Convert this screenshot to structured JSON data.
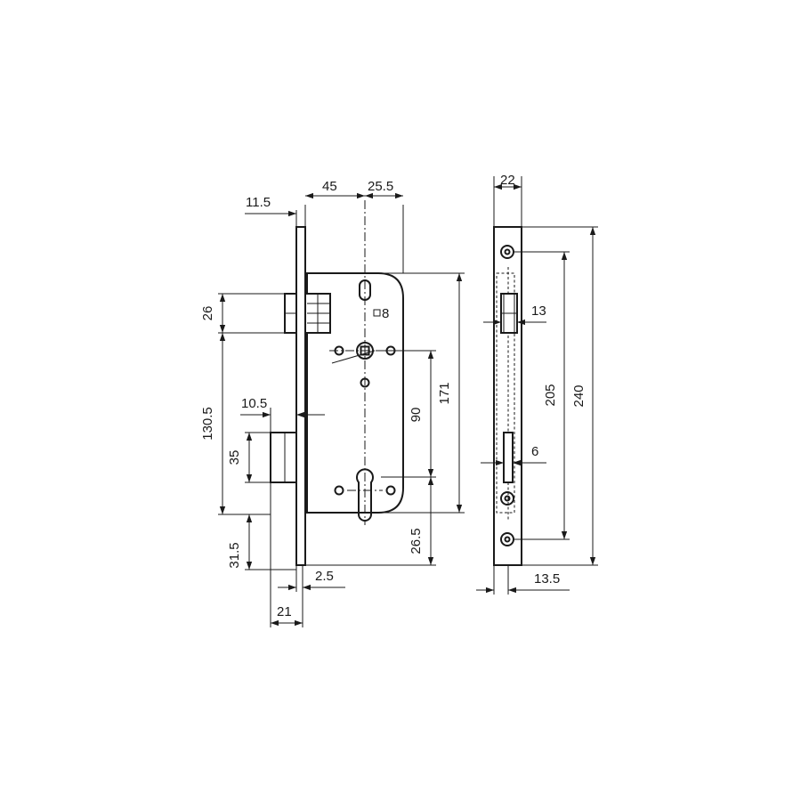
{
  "drawing": {
    "front_view": {
      "dims": {
        "faceplate_offset": "11.5",
        "backset": "45",
        "body_edge_to_spindle": "25.5",
        "spindle_square": "8",
        "latch_height": "26",
        "spindle_to_bolt": "130.5",
        "bolt_projection": "10.5",
        "bolt_height": "35",
        "bolt_to_bottom": "31.5",
        "faceplate_thickness": "2.5",
        "bolt_throw": "21",
        "spindle_to_cylinder": "90",
        "case_height": "171",
        "cylinder_to_bottom": "26.5"
      }
    },
    "side_view": {
      "dims": {
        "faceplate_width": "22",
        "latch_width": "13",
        "screw_spacing": "205",
        "faceplate_length": "240",
        "bolt_width": "6",
        "case_width": "13.5"
      }
    }
  }
}
